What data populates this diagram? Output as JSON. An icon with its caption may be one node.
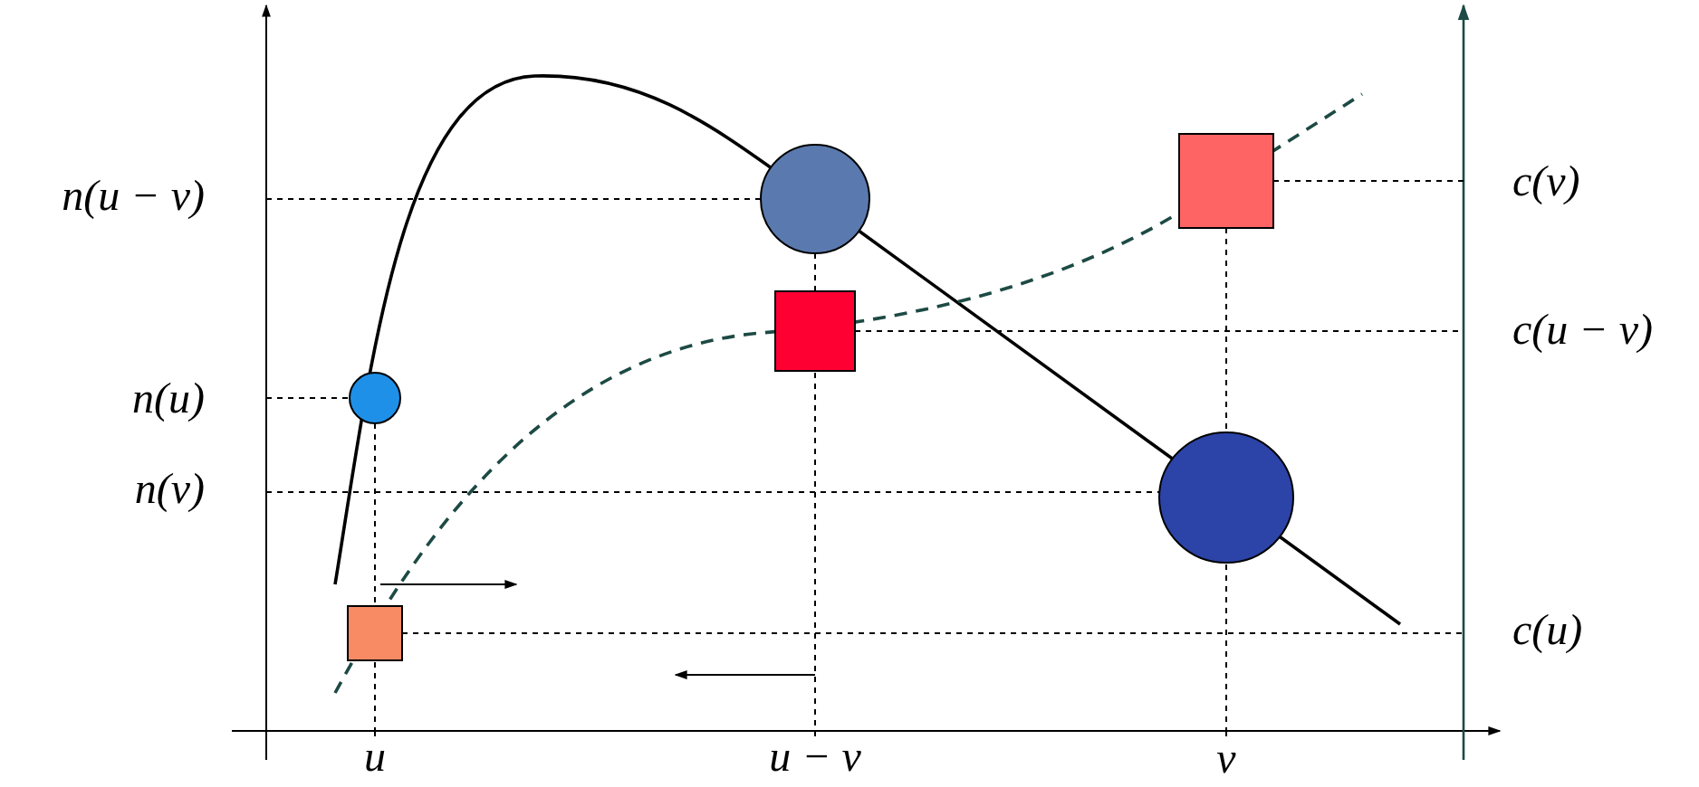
{
  "diagram": {
    "labels": [
      "n(u − v)",
      "n(u)",
      "n(v)",
      "c(v)",
      "c(u − v)",
      "c(u)",
      "u",
      "u − v",
      "v"
    ]
  }
}
